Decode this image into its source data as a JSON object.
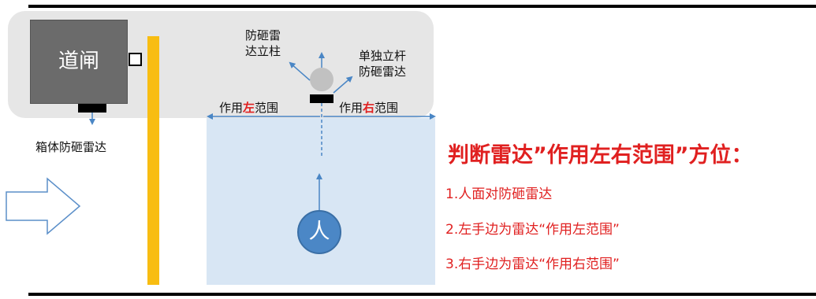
{
  "diagram": {
    "gate_label": "道闸",
    "left_radar_label_line1": "防砸雷",
    "left_radar_label_line2": "达立柱",
    "standalone_label_line1": "单独立杆",
    "standalone_label_line2": "防砸雷达",
    "box_radar_label": "箱体防砸雷达",
    "left_range": {
      "prefix": "作用",
      "highlight": "左",
      "suffix": "范围"
    },
    "right_range": {
      "prefix": "作用",
      "highlight": "右",
      "suffix": "范围"
    },
    "person_label": "人"
  },
  "explanation": {
    "heading": "判断雷达”作用左右范围”方位：",
    "items": [
      "1.人面对防砸雷达",
      "2.左手边为雷达“作用左范围”",
      "3.右手边为雷达“作用右范围”"
    ]
  },
  "colors": {
    "accent": "#e02020",
    "arrow": "#4a86c5",
    "pole": "#f8bd12",
    "coverage": "#d8e6f4",
    "gate": "#6b6b6b"
  }
}
